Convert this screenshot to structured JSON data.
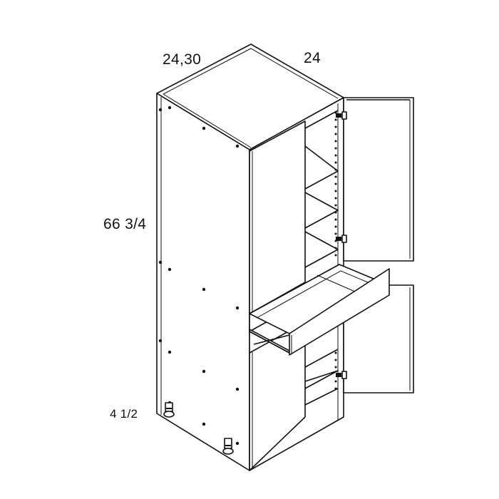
{
  "diagram": {
    "subject": "Tall pantry cabinet with upper doors, one drawer and lower doors",
    "dimensions": {
      "width": "24,30",
      "depth": "24",
      "height": "66 3/4",
      "toe_kick": "4 1/2"
    },
    "line_color": "#111111",
    "background": "#ffffff"
  }
}
